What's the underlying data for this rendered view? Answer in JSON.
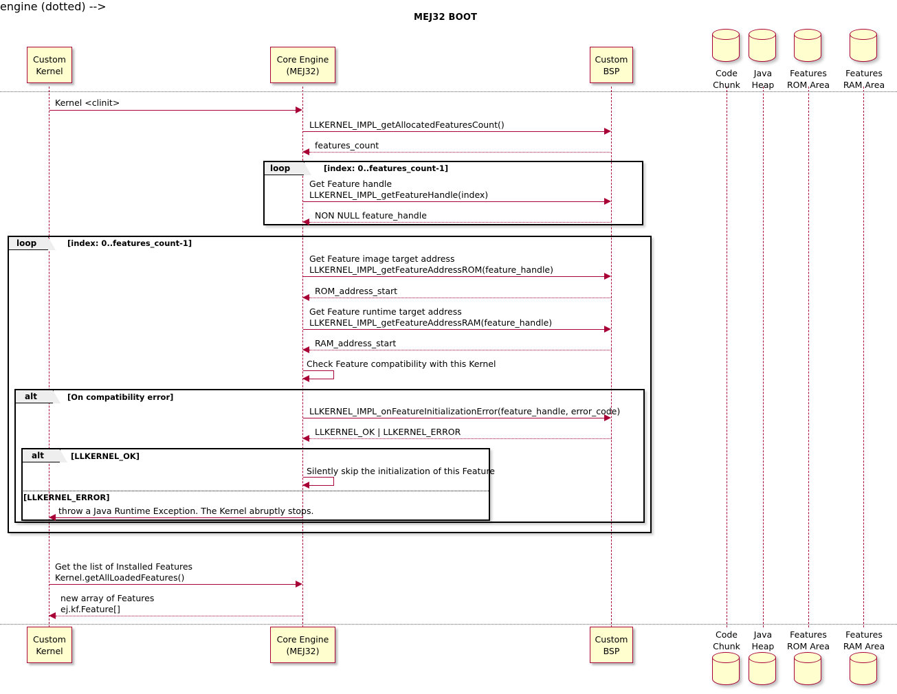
{
  "diagram": {
    "title": "MEJ32 BOOT",
    "type": "sequence-diagram",
    "colors": {
      "participant_fill": "#FEFECE",
      "participant_border": "#A80036",
      "message_line": "#A80036",
      "frame_border": "#000000",
      "frame_tab_fill": "#EEEEEE"
    }
  },
  "participants": [
    {
      "id": "kernel",
      "kind": "actor-box",
      "line1": "Custom",
      "line2": "Kernel"
    },
    {
      "id": "engine",
      "kind": "actor-box",
      "line1": "Core Engine",
      "line2": "(MEJ32)"
    },
    {
      "id": "bsp",
      "kind": "actor-box",
      "line1": "Custom",
      "line2": "BSP"
    },
    {
      "id": "code",
      "kind": "database",
      "line1": "Code",
      "line2": "Chunk"
    },
    {
      "id": "heap",
      "kind": "database",
      "line1": "Java",
      "line2": "Heap"
    },
    {
      "id": "rom",
      "kind": "database",
      "line1": "Features",
      "line2": "ROM Area"
    },
    {
      "id": "ram",
      "kind": "database",
      "line1": "Features",
      "line2": "RAM Area"
    }
  ],
  "frames": [
    {
      "id": "loop1",
      "keyword": "loop",
      "condition": "[index: 0..features_count-1]"
    },
    {
      "id": "loop2",
      "keyword": "loop",
      "condition": "[index: 0..features_count-1]"
    },
    {
      "id": "alt1",
      "keyword": "alt",
      "condition": "[On compatibility error]"
    },
    {
      "id": "alt2",
      "keyword": "alt",
      "condition": "[LLKERNEL_OK]",
      "else_condition": "[LLKERNEL_ERROR]"
    }
  ],
  "messages": [
    {
      "id": "m1",
      "from": "kernel",
      "to": "engine",
      "style": "solid",
      "label_line1": "Kernel <clinit>",
      "label_line2": ""
    },
    {
      "id": "m2",
      "from": "engine",
      "to": "bsp",
      "style": "solid",
      "label_line1": "LLKERNEL_IMPL_getAllocatedFeaturesCount()",
      "label_line2": ""
    },
    {
      "id": "m3",
      "from": "bsp",
      "to": "engine",
      "style": "dotted",
      "label_line1": "features_count",
      "label_line2": ""
    },
    {
      "id": "m4",
      "from": "engine",
      "to": "bsp",
      "style": "solid",
      "label_line1": "Get Feature handle",
      "label_line2": "LLKERNEL_IMPL_getFeatureHandle(index)"
    },
    {
      "id": "m5",
      "from": "bsp",
      "to": "engine",
      "style": "dotted",
      "label_line1": "NON NULL feature_handle",
      "label_line2": ""
    },
    {
      "id": "m6",
      "from": "engine",
      "to": "bsp",
      "style": "solid",
      "label_line1": "Get Feature image target address",
      "label_line2": "LLKERNEL_IMPL_getFeatureAddressROM(feature_handle)"
    },
    {
      "id": "m7",
      "from": "bsp",
      "to": "engine",
      "style": "dotted",
      "label_line1": "ROM_address_start",
      "label_line2": ""
    },
    {
      "id": "m8",
      "from": "engine",
      "to": "bsp",
      "style": "solid",
      "label_line1": "Get Feature runtime target address",
      "label_line2": "LLKERNEL_IMPL_getFeatureAddressRAM(feature_handle)"
    },
    {
      "id": "m9",
      "from": "bsp",
      "to": "engine",
      "style": "dotted",
      "label_line1": "RAM_address_start",
      "label_line2": ""
    },
    {
      "id": "m10",
      "from": "engine",
      "to": "engine",
      "style": "self",
      "label_line1": "Check Feature compatibility with this Kernel",
      "label_line2": ""
    },
    {
      "id": "m11",
      "from": "engine",
      "to": "bsp",
      "style": "solid",
      "label_line1": "LLKERNEL_IMPL_onFeatureInitializationError(feature_handle, error_code)",
      "label_line2": ""
    },
    {
      "id": "m12",
      "from": "bsp",
      "to": "engine",
      "style": "dotted",
      "label_line1": "LLKERNEL_OK | LLKERNEL_ERROR",
      "label_line2": ""
    },
    {
      "id": "m13",
      "from": "engine",
      "to": "engine",
      "style": "self",
      "label_line1": "Silently skip the initialization of this Feature",
      "label_line2": ""
    },
    {
      "id": "m14",
      "from": "engine",
      "to": "kernel",
      "style": "solid",
      "label_line1": "throw a Java Runtime Exception. The Kernel abruptly stops.",
      "label_line2": ""
    },
    {
      "id": "m15",
      "from": "kernel",
      "to": "engine",
      "style": "solid",
      "label_line1": "Get the list of Installed Features",
      "label_line2": "Kernel.getAllLoadedFeatures()"
    },
    {
      "id": "m16",
      "from": "engine",
      "to": "kernel",
      "style": "dotted",
      "label_line1": "new array of Features",
      "label_line2": "ej.kf.Feature[]"
    }
  ]
}
